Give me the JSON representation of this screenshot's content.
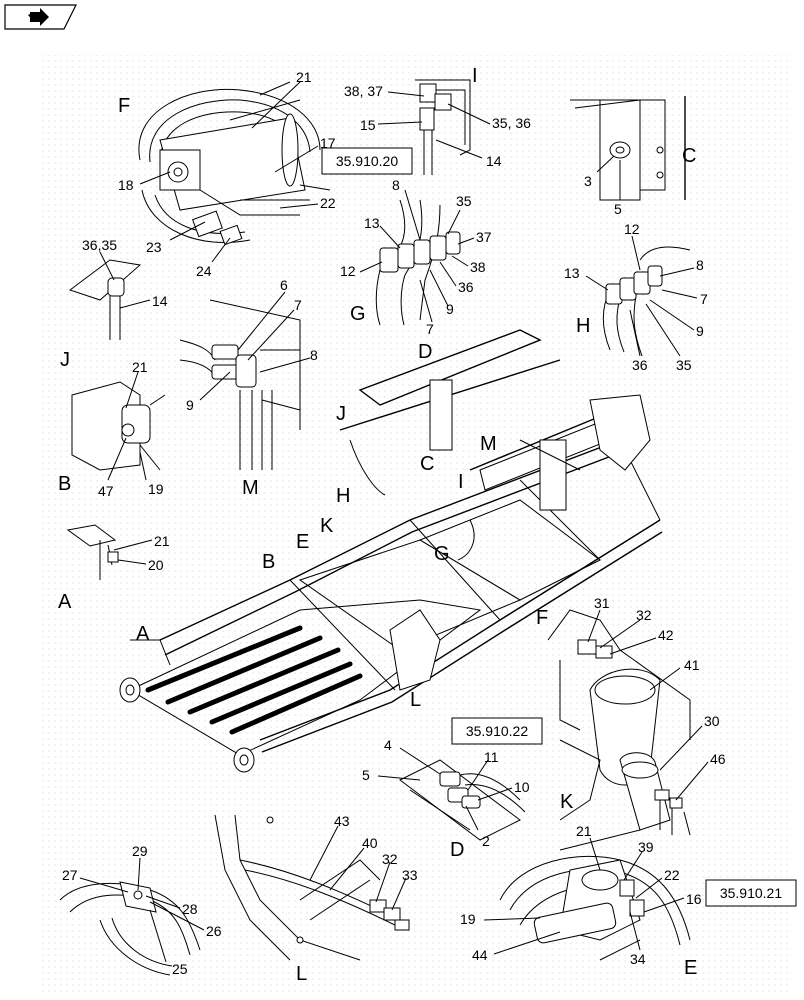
{
  "toolbar": {
    "nav_icon": "arrow-right-icon"
  },
  "colors": {
    "background": "#ffffff",
    "ink": "#000000",
    "grid_dots": "#d0d0d0"
  },
  "reference_boxes": [
    "35.910.20",
    "35.910.22",
    "35.910.21"
  ],
  "view_letters": {
    "F_top": "F",
    "I_top": "I",
    "C_top": "C",
    "J_left": "J",
    "B_left": "B",
    "G_mid": "G",
    "H_right": "H",
    "M_mid": "M",
    "A_left": "A",
    "D_main": "D",
    "J_main": "J",
    "C_main": "C",
    "M_main": "M",
    "I_main": "I",
    "H_main": "H",
    "K_main": "K",
    "E_main": "E",
    "B_main": "B",
    "G_main": "G",
    "A_main": "A",
    "F_main": "F",
    "L_main": "L",
    "K_right": "K",
    "D_bottom": "D",
    "L_bottom": "L",
    "E_bottom": "E"
  },
  "callouts": {
    "F_21": "21",
    "F_17": "17",
    "F_18": "18",
    "F_22": "22",
    "F_23": "23",
    "F_24": "24",
    "I_3837": "38, 37",
    "I_3536": "35, 36",
    "I_15": "15",
    "I_14": "14",
    "C_3": "3",
    "C_5": "5",
    "J_3635": "36,35",
    "J_14": "14",
    "G_8": "8",
    "G_35": "35",
    "G_13": "13",
    "G_37": "37",
    "G_38": "38",
    "G_12": "12",
    "G_36": "36",
    "G_9": "9",
    "G_7": "7",
    "H_12": "12",
    "H_8": "8",
    "H_13": "13",
    "H_7": "7",
    "H_9": "9",
    "H_36": "36",
    "H_35": "35",
    "M_6": "6",
    "M_7": "7",
    "M_8": "8",
    "M_9": "9",
    "B_21": "21",
    "B_47": "47",
    "B_19": "19",
    "A_21": "21",
    "A_20": "20",
    "F2_31": "31",
    "F2_32": "32",
    "F2_42": "42",
    "F2_41": "41",
    "F2_30": "30",
    "F2_46": "46",
    "D_4": "4",
    "D_11": "11",
    "D_5": "5",
    "D_10": "10",
    "D_2": "2",
    "L_43": "43",
    "L_40": "40",
    "L_32": "32",
    "L_33": "33",
    "E_21": "21",
    "E_39": "39",
    "E_22": "22",
    "E_16": "16",
    "E_19": "19",
    "E_44": "44",
    "E_34": "34",
    "X_29": "29",
    "X_27": "27",
    "X_28": "28",
    "X_26": "26",
    "X_25": "25"
  }
}
